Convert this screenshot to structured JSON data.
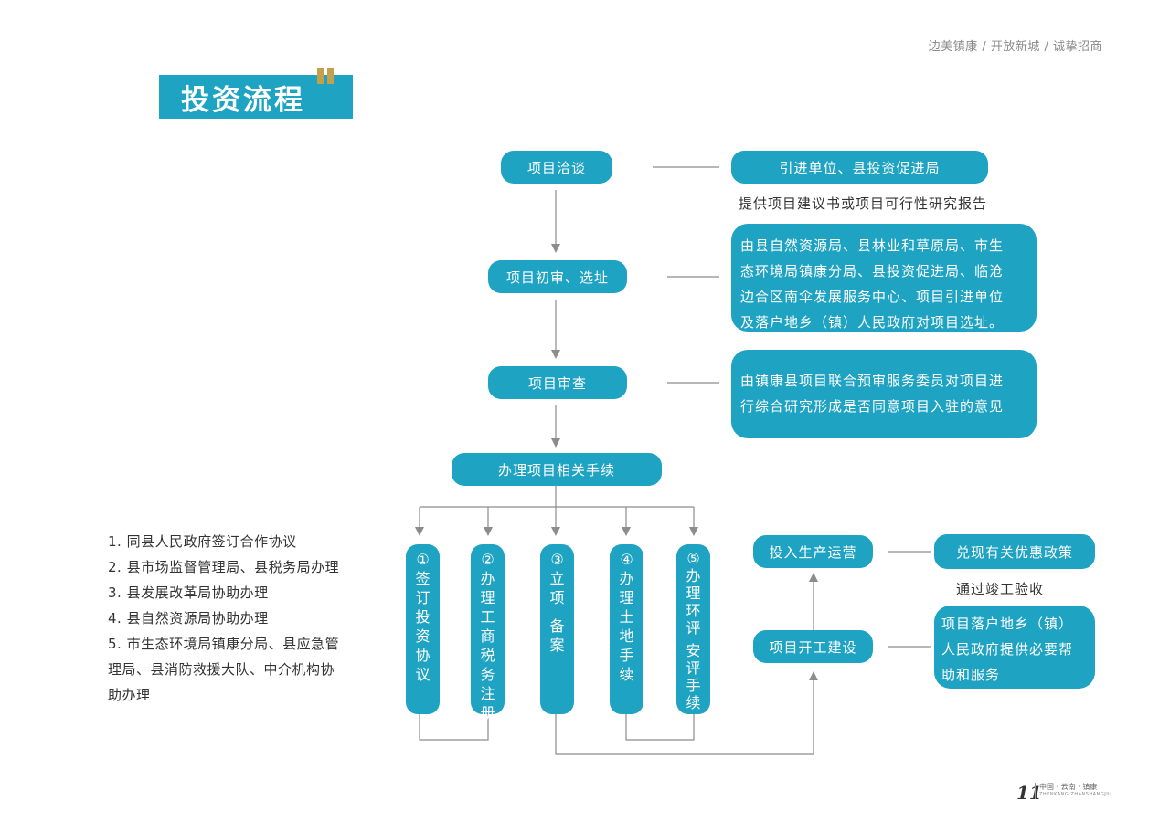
{
  "header": {
    "tagline": "边美镇康 / 开放新城 / 诚挚招商",
    "title": "投资流程"
  },
  "flow": {
    "step1": "项目洽谈",
    "step1_partner": "引进单位、县投资促进局",
    "step1_note": "提供项目建议书或项目可行性研究报告",
    "step2": "项目初审、选址",
    "step2_desc": [
      "由县自然资源局、县林业和草原局、市生",
      "态环境局镇康分局、县投资促进局、临沧",
      "边合区南伞发展服务中心、项目引进单位",
      "及落户地乡（镇）人民政府对项目选址。"
    ],
    "step3": "项目审查",
    "step3_desc": [
      "由镇康县项目联合预审服务委员对项目进",
      "行综合研究形成是否同意项目入驻的意见"
    ],
    "step4": "办理项目相关手续",
    "procedures": [
      {
        "num": "①",
        "chars": [
          "签",
          "订",
          "投",
          "资",
          "协",
          "议"
        ]
      },
      {
        "num": "②",
        "chars": [
          "办",
          "理",
          "工",
          "商",
          "税",
          "务",
          "注",
          "册"
        ]
      },
      {
        "num": "③",
        "chars": [
          "立",
          "项",
          "",
          "备",
          "案"
        ]
      },
      {
        "num": "④",
        "chars": [
          "办",
          "理",
          "土",
          "地",
          "手",
          "续"
        ]
      },
      {
        "num": "⑤",
        "chars": [
          "办",
          "理",
          "环",
          "评",
          "",
          "安",
          "评",
          "手",
          "续"
        ]
      }
    ],
    "step5": "项目开工建设",
    "step5_desc": [
      "项目落户地乡（镇）",
      "人民政府提供必要帮",
      "助和服务"
    ],
    "step6_note": "通过竣工验收",
    "step6": "投入生产运营",
    "step6_desc": "兑现有关优惠政策"
  },
  "procedure_list": [
    "1. 同县人民政府签订合作协议",
    "2. 县市场监督管理局、县税务局办理",
    "3. 县发展改革局协助办理",
    "4. 县自然资源局协助办理",
    "5. 市生态环境局镇康分局、县应急管",
    "理局、县消防救援大队、中介机构协",
    "助办理"
  ],
  "footer": {
    "page_number": "11",
    "region": "中国 · 云南 · 镇康",
    "region_en": "ZHENKANG ZHANSHANGJIU"
  },
  "colors": {
    "accent": "#1fa3c2",
    "gold": "#c5a04b",
    "line": "#8c8c8c"
  }
}
